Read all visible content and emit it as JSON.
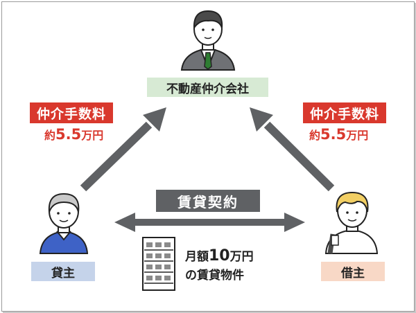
{
  "agency": {
    "label": "不動産仲介会社"
  },
  "landlord": {
    "label": "貸主"
  },
  "tenant": {
    "label": "借主"
  },
  "contract": {
    "label": "賃貸契約"
  },
  "fee_left": {
    "title": "仲介手数料",
    "prefix": "約",
    "amount": "5.5",
    "unit": "万円"
  },
  "fee_right": {
    "title": "仲介手数料",
    "prefix": "約",
    "amount": "5.5",
    "unit": "万円"
  },
  "property": {
    "line1_prefix": "月額",
    "line1_amount": "10",
    "line1_unit": "万円",
    "line2": "の賃貸物件"
  },
  "colors": {
    "fee_red": "#d9382d",
    "arrow_gray": "#5f6164",
    "agency_bg": "#d7ead4",
    "landlord_bg": "#c5d3ea",
    "tenant_bg": "#f8d8c6"
  }
}
